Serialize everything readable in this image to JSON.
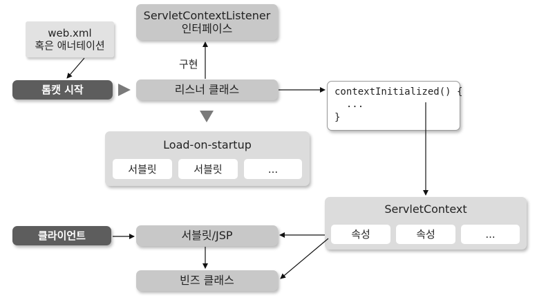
{
  "listener_interface": {
    "line1": "ServletContextListener",
    "line2": "인터페이스"
  },
  "implements_label": "구현",
  "config_note": {
    "line1": "web.xml",
    "line2": "혹은 애너테이션"
  },
  "tomcat_start": "톰캣 시작",
  "listener_class": "리스너 클래스",
  "context_initialized_code": {
    "line1": "contextInitialized() {",
    "line2": "  ...",
    "line3": "}"
  },
  "load_on_startup": {
    "title": "Load-on-startup",
    "items": [
      "서블릿",
      "서블릿",
      "..."
    ]
  },
  "servlet_context": {
    "title": "ServletContext",
    "attributes": [
      "속성",
      "속성",
      "..."
    ]
  },
  "client": "클라이언트",
  "servlet_jsp": "서블릿/JSP",
  "bean_class": "빈즈 클래스",
  "colors": {
    "dark_box": "#5d5d5d",
    "gray_box": "#c8c8c8",
    "panel": "#dcdcdc",
    "arrow": "#111111",
    "triangle": "#7a7a7a"
  }
}
